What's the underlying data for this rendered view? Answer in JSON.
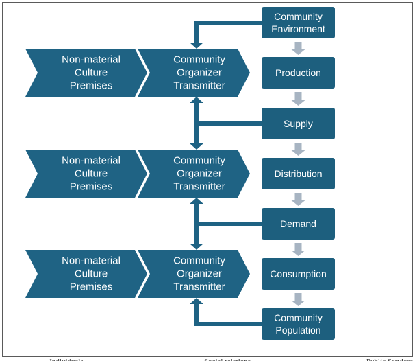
{
  "colors": {
    "chevron": "#1f6384",
    "box": "#1d5f7e",
    "connector": "#1e6283",
    "flow_arrow": "#a7b4c2"
  },
  "rows": [
    {
      "premise": [
        "Non-material",
        "Culture",
        "Premises"
      ],
      "transmitter": [
        "Community",
        "Organizer",
        "Transmitter"
      ]
    },
    {
      "premise": [
        "Non-material",
        "Culture",
        "Premises"
      ],
      "transmitter": [
        "Community",
        "Organizer",
        "Transmitter"
      ]
    },
    {
      "premise": [
        "Non-material",
        "Culture",
        "Premises"
      ],
      "transmitter": [
        "Community",
        "Organizer",
        "Transmitter"
      ]
    }
  ],
  "stages": [
    [
      "Community",
      "Environment"
    ],
    [
      "Production"
    ],
    [
      "Supply"
    ],
    [
      "Distribution"
    ],
    [
      "Demand"
    ],
    [
      "Consumption"
    ],
    [
      "Community",
      "Population"
    ]
  ],
  "cutoff_text": [
    "Individuals",
    "Social relations",
    "Public Services"
  ]
}
